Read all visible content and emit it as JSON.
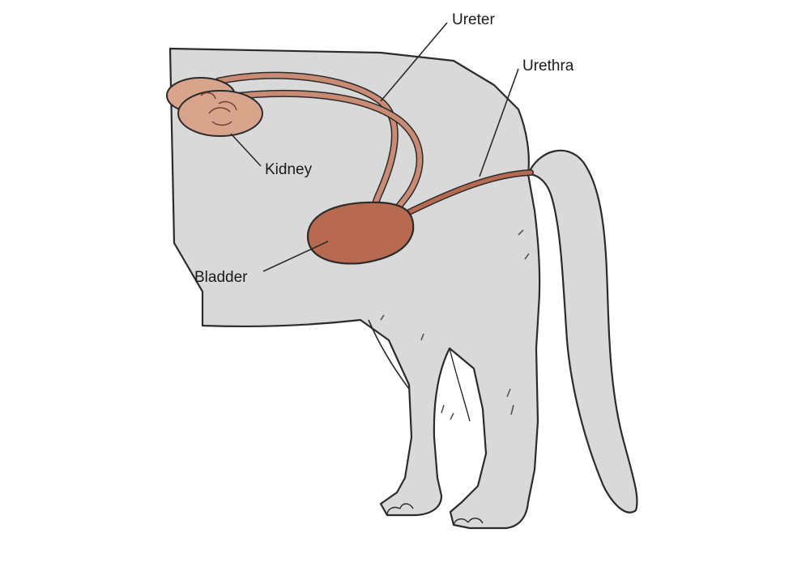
{
  "labels": {
    "ureter": "Ureter",
    "urethra": "Urethra",
    "kidney": "Kidney",
    "bladder": "Bladder"
  },
  "colors": {
    "body_fill": "#d9d9d9",
    "outline": "#2b2b2b",
    "organ_fill": "#b86a50",
    "kidney_fill": "#d9a48c",
    "background": "#ffffff"
  }
}
